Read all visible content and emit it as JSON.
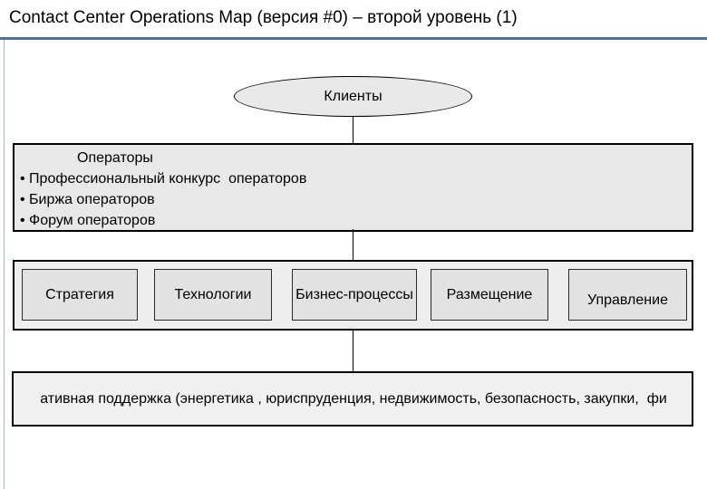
{
  "header": {
    "title": "Contact Center Operations Map (версия #0) – второй уровень (1)"
  },
  "diagram": {
    "clients_ellipse": {
      "label": "Клиенты"
    },
    "operators_box": {
      "title": "Операторы",
      "bullets": [
        "• Профессиональный конкурс  операторов",
        "• Биржа операторов",
        "• Форум операторов"
      ]
    },
    "level_row": {
      "items": [
        {
          "label": "Стратегия"
        },
        {
          "label": "Технологии"
        },
        {
          "label": "Бизнес-процессы"
        },
        {
          "label": "Размещение"
        },
        {
          "label": "Управление"
        }
      ]
    },
    "support_box": {
      "label": "ативная поддержка (энергетика , юриспруденция, недвижимость, безопасность, закупки,  фи"
    }
  },
  "colors": {
    "accent_underline": "#4671b4",
    "shape_fill": "#e8e8e8",
    "inner_box_fill": "#e2e2e2",
    "border": "#000000"
  }
}
